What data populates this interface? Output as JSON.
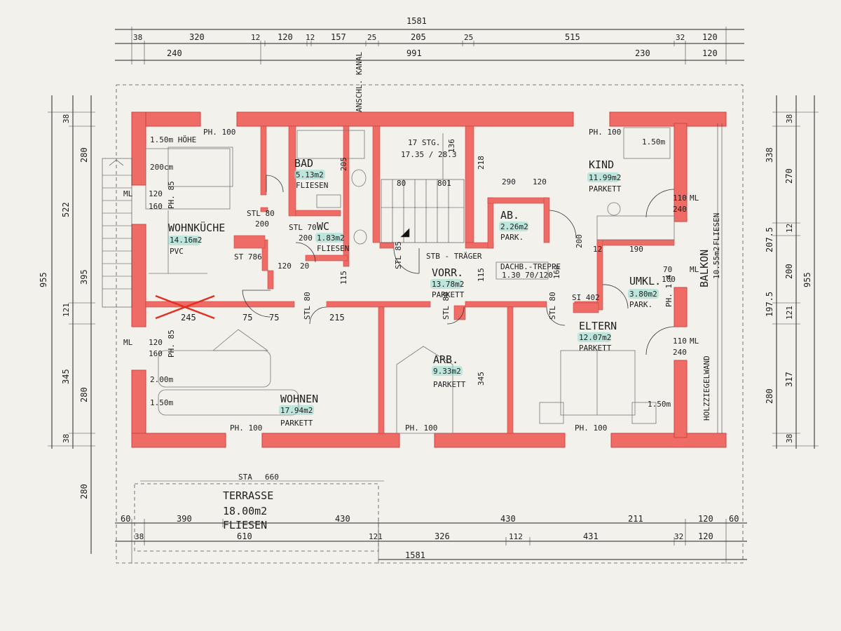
{
  "dimensions": {
    "top_total": "1581",
    "top_row1": [
      "38",
      "320",
      "12",
      "120",
      "12",
      "157",
      "25",
      "205",
      "25",
      "515",
      "32",
      "120"
    ],
    "top_row2": [
      "240",
      "991",
      "230",
      "120"
    ],
    "bottom_row1": [
      "60",
      "390",
      "430",
      "430",
      "211",
      "120",
      "60"
    ],
    "bottom_row2": [
      "38",
      "610",
      "121",
      "326",
      "112",
      "431",
      "32",
      "120"
    ],
    "bottom_total": "1581",
    "left_total": "955",
    "left_row1": [
      "38",
      "522",
      "121",
      "345",
      "38"
    ],
    "left_row2": [
      "280",
      "395",
      "280",
      "280"
    ],
    "right_total": "955",
    "right_row1": [
      "38",
      "270",
      "12",
      "200",
      "121",
      "317",
      "38"
    ],
    "right_row2": [
      "338",
      "207.5",
      "197.5",
      "280"
    ]
  },
  "rooms": [
    {
      "name": "WOHNKÜCHE",
      "area": "14.16m2",
      "floor": "PVC"
    },
    {
      "name": "BAD",
      "area": "5.13m2",
      "floor": "FLIESEN"
    },
    {
      "name": "WC",
      "area": "1.83m2",
      "floor": "FLIESEN"
    },
    {
      "name": "KIND",
      "area": "11.99m2",
      "floor": "PARKETT"
    },
    {
      "name": "AB.",
      "area": "2.26m2",
      "floor": "PARK."
    },
    {
      "name": "VORR.",
      "area": "13.78m2",
      "floor": "PARKETT"
    },
    {
      "name": "UMKL.",
      "area": "3.80m2",
      "floor": "PARK."
    },
    {
      "name": "ELTERN",
      "area": "12.07m2",
      "floor": "PARKETT"
    },
    {
      "name": "ARB.",
      "area": "9.33m2",
      "floor": "PARKETT"
    },
    {
      "name": "WOHNEN",
      "area": "17.94m2",
      "floor": "PARKETT"
    },
    {
      "name": "TERRASSE",
      "area": "18.00m2",
      "floor": "FLIESEN"
    },
    {
      "name": "BALKON",
      "area": "10.55m2",
      "floor": "FLIESEN"
    }
  ],
  "annotations": {
    "anschl_kanal": "ANSCHL. KANAL",
    "stairs": "17 STG.",
    "stairs_ratio": "17.35 / 28.3",
    "stb_traeger": "STB - TRÄGER",
    "dachb_treppe": "DACHB.-TREPPE",
    "dachb_size": "1.30  70/120",
    "hoehe": "1.50m HÖHE",
    "holzziegelwand": "HOLZZIEGELWAND",
    "sta": "STA",
    "sta_val": "660",
    "st786": "ST 786",
    "si402": "SI 402"
  },
  "openings": {
    "ph100": "PH. 100",
    "ph85": "PH. 85",
    "ph14": "PH. 1.4",
    "stl80": "STL 80",
    "stl70": "STL 70",
    "stl85": "STL 85",
    "ml": "ML",
    "v200": "200",
    "v120": "120",
    "v160": "160",
    "v110": "110",
    "v240": "240",
    "v80": "80",
    "v801": "801",
    "v100": "100",
    "v70": "70",
    "v75": "75",
    "v245": "245",
    "v215": "215",
    "v290": "290",
    "v190": "190",
    "v115": "115",
    "v205": "205",
    "v218": "218",
    "v136": "136",
    "v12": "12",
    "v20": "20",
    "v345": "345",
    "h150": "1.50m",
    "h200": "2.00m",
    "h200cm": "200cm"
  },
  "colors": {
    "wall_fill": "#ef6b66",
    "area_highlight": "#8fdad0",
    "background": "#f3f1ec",
    "ink": "#1e1e1e",
    "cross_mark": "#e03020"
  }
}
